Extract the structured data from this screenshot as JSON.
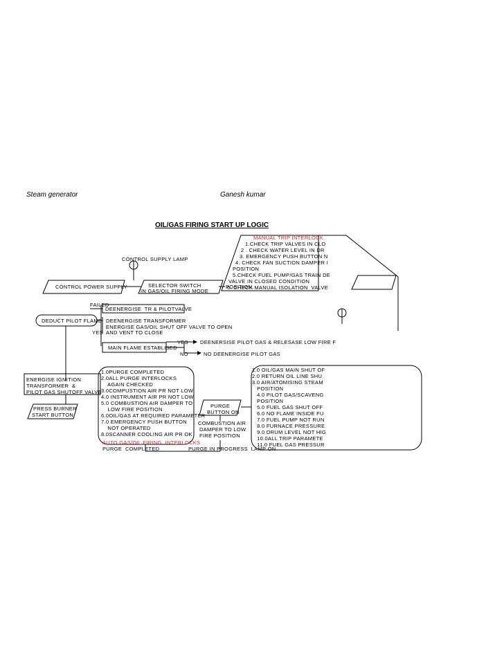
{
  "header": {
    "left": "Steam generator",
    "right": "Ganesh kumar"
  },
  "title": "OIL/GAS FIRING START UP LOGIC",
  "manual_trip": {
    "heading": "MANUAL TRIP INTERLOCK",
    "lines": [
      "1.CHECK TRIP VALVES IN CLO",
      "2 . CHECK WATER LEVEL IN DR",
      "3. EMERGENCY PUSH BUTTON N",
      "4. CHECK FAN SUCTION DAMPER I",
      "POSITION",
      "5.CHECK FUEL PUMP/GAS TRAIN DE",
      "VALVE IN CLOSED CONDITION",
      "6. CHECK MANUAL ISOLATION  VALVE",
      "POSITION."
    ]
  },
  "control_supply_lamp": "CONTROL SUPPLY LAMP",
  "control_power_supply": "CONTROL POWER SUPPLY",
  "selector_switch": [
    "SELECTOR SWITCH",
    "IN GAS/OIL FIRING MODE"
  ],
  "failed_label": "FAILED",
  "deenergise_tr": "DEENERGISE  TR & PILOTVALVE",
  "deduct_pilot_flame": "DEDUCT PILOT FLAME",
  "deenergise_transformer": [
    "DEENERGISE TRANSFORMER",
    "ENERGISE GAS/OIL SHUT OFF VALVE TO OPEN",
    "AND VENT TO CLOSE"
  ],
  "yes_label_1": "YES",
  "main_flame": "MAIN FLAME ESTABLISED",
  "yes_label_2": "YES",
  "deenergise_pilot_gas": "DEENERSISE PILOT GAS & RELESASE LOW FIRE F",
  "no_label": "NO",
  "no_deenergise": "NO DEENERGISE PILOT GAS",
  "energise_ignition": [
    "ENERGISE IGNITION",
    "TRANSFORMER  &",
    "PILOT GAS SHUTOFF VALVE"
  ],
  "press_burner": [
    "PRESS BURNER",
    "START BUTTON"
  ],
  "purge_list": [
    "1.0PURGE COMPLETED",
    "2.0ALL PURGE INTERLOCKS",
    "    AGAIN CHECKED",
    "3.0COMPUSTION AIR PR NOT LOW",
    "4.0 INSTRUMENT AIR PR NOT LOW",
    "5.0 COMBUSTION AIR DAMPER TO",
    "    LOW FIRE POSITION",
    "6.0OIL/GAS AT REQUIRED PARAMETER",
    "7.0 EMERGENCY PUSH BUTTON",
    "    NOT OPERATED",
    "8.0SCANNER COOLING AIR PR OK"
  ],
  "auto_interlocks": "AUTO GAS/OIL FIRING  INTERLOCKS",
  "purge_completed": "PURGE  COMPLETED",
  "purge_button": [
    "PURGE",
    "BUTTON ON"
  ],
  "combustion_air": [
    "COMBUSTION AIR",
    "DAMPER TO LOW",
    "FIRE POSITION"
  ],
  "purge_in_progress": "PURGE IN PROGRESS  LAMP ON",
  "right_list": [
    "1.0 OIL/GAS MAIN SHUT OF",
    "2.0 RETURN OIL LINE SHU",
    "3.0 AIR/ATOMISING STEAM",
    "   POSITION",
    "   4.0 PILOT GAS/SCAVENG",
    "   POSITION",
    "   5.0 FUEL GAS SHUT OFF",
    "   6.0 NO FLAME INSIDE FU",
    "   7.0 FUEL PUMP NOT RUN",
    "   8.0 FURNACE PRESSURE",
    "   9.0 DRUM LEVEL NOT HIG",
    "   10.0ALL TRIP PARAMETE",
    "   11.0 FUEL GAS PRESSUR"
  ],
  "colors": {
    "accent_red": "#cc2222"
  }
}
